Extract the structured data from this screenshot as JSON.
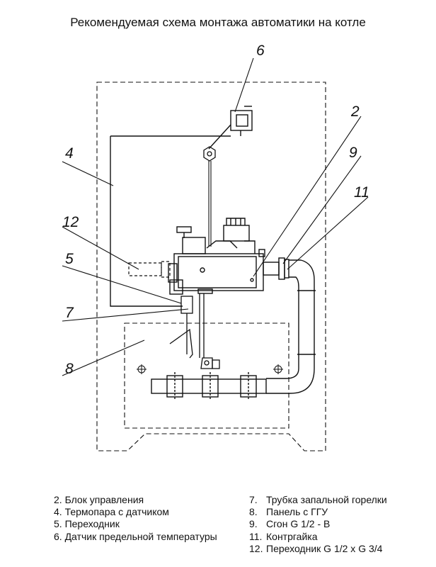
{
  "title": "Рекомендуемая схема монтажа автоматики на котле",
  "callouts": {
    "c2": "2",
    "c4": "4",
    "c5": "5",
    "c6": "6",
    "c7": "7",
    "c8": "8",
    "c9": "9",
    "c11": "11",
    "c12": "12"
  },
  "legend": {
    "left": [
      {
        "num": "2.",
        "text": "Блок управления"
      },
      {
        "num": "4.",
        "text": "Термопара с датчиком"
      },
      {
        "num": "5.",
        "text": "Переходник"
      },
      {
        "num": "6.",
        "text": "Датчик предельной температуры"
      }
    ],
    "right": [
      {
        "num": "7.",
        "text": "Трубка запальной горелки"
      },
      {
        "num": "8.",
        "text": "Панель с ГГУ"
      },
      {
        "num": "9.",
        "text": "Сгон G 1/2 - В"
      },
      {
        "num": "11.",
        "text": "Контргайка"
      },
      {
        "num": "12.",
        "text": "Переходник G 1/2 x G 3/4"
      }
    ]
  }
}
